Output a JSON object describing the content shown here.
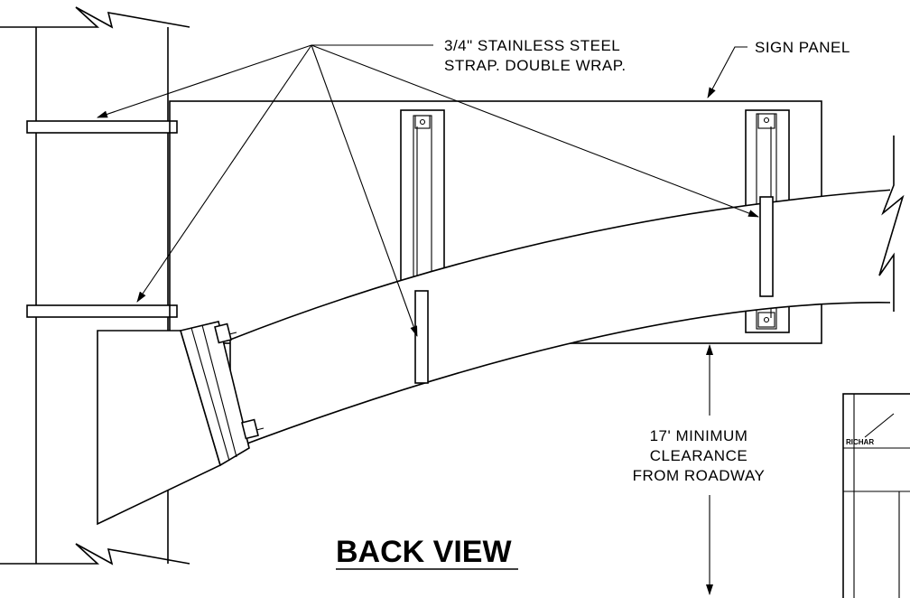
{
  "callouts": {
    "strap_line1": "3/4\" STAINLESS STEEL",
    "strap_line2": "STRAP. DOUBLE WRAP.",
    "sign_panel": "SIGN PANEL",
    "clearance_line1": "17' MINIMUM",
    "clearance_line2": "CLEARANCE",
    "clearance_line3": "FROM ROADWAY"
  },
  "view_title": "BACK VIEW",
  "inset": {
    "label": "RICHAR"
  }
}
